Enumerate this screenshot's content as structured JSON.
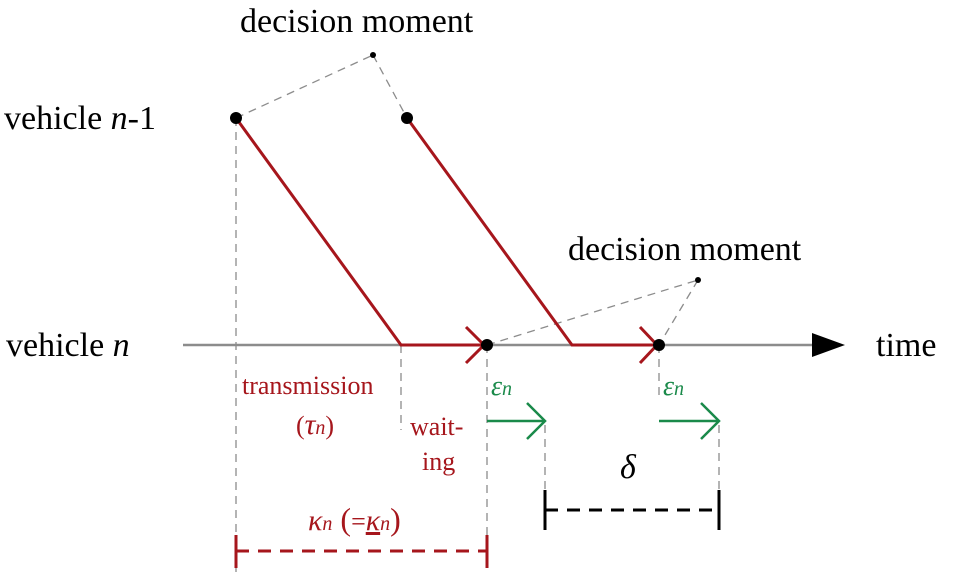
{
  "colors": {
    "red": "#a6161c",
    "green": "#1a8a4a",
    "axis": "#8c8c8c",
    "dashed": "#8c8c8c",
    "black": "#000000"
  },
  "labels": {
    "decision_moment_top": "decision moment",
    "decision_moment_mid": "decision moment",
    "vehicle_prev_prefix": "vehicle ",
    "vehicle_prev_n": "n",
    "vehicle_prev_suffix": "-1",
    "vehicle_curr_prefix": "vehicle ",
    "vehicle_curr_n": "n",
    "time": "time",
    "transmission": "transmission",
    "tau_open": "(",
    "tau_symbol": "τ",
    "tau_sub": "n",
    "tau_close": ")",
    "waiting_1": "wait-",
    "waiting_2": "ing",
    "epsilon_1_symbol": "ε",
    "epsilon_1_sub": "n",
    "epsilon_2_symbol": "ε",
    "epsilon_2_sub": "n",
    "delta": "δ",
    "kappa_symbol": "κ",
    "kappa_sub": "n",
    "kappa_open": "(",
    "kappa_eq": "=",
    "kappa_under_symbol": "κ",
    "kappa_under_sub": "n",
    "kappa_close": ")"
  }
}
